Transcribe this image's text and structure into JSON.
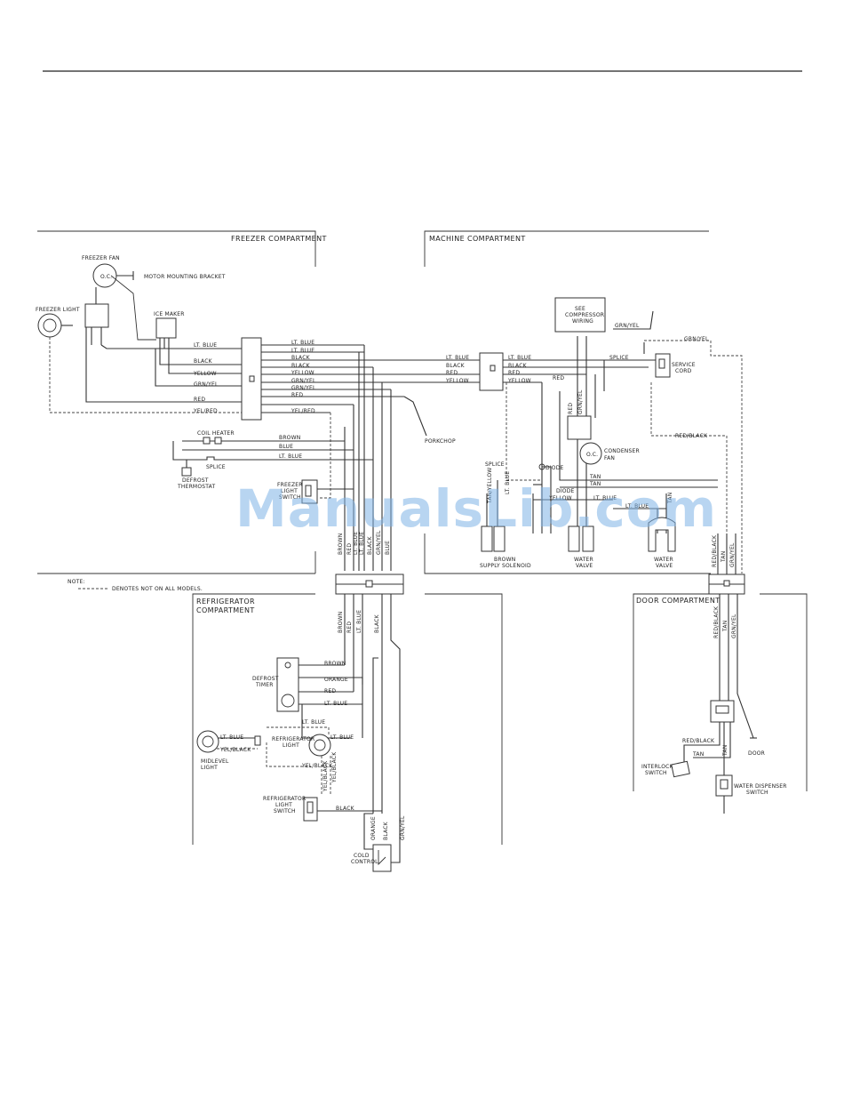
{
  "sections": {
    "freezer": "FREEZER COMPARTMENT",
    "machine": "MACHINE COMPARTMENT",
    "refrigerator": [
      "REFRIGERATOR",
      "COMPARTMENT"
    ],
    "door": "DOOR COMPARTMENT"
  },
  "components": {
    "freezer_fan": "FREEZER FAN",
    "motor_bracket": "MOTOR MOUNTING BRACKET",
    "freezer_light": "FREEZER LIGHT",
    "ice_maker": "ICE MAKER",
    "coil_heater": "COIL HEATER",
    "splice": "SPLICE",
    "defrost_thermostat": [
      "DEFROST",
      "THERMOSTAT"
    ],
    "freezer_light_switch": [
      "FREEZER",
      "LIGHT",
      "SWITCH"
    ],
    "porkchop": "PORKCHOP",
    "compressor_wiring": [
      "SEE",
      "COMPRESSOR",
      "WIRING"
    ],
    "splice_machine": "SPLICE",
    "service_cord": [
      "SERVICE",
      "CORD"
    ],
    "condenser_fan": [
      "CONDENSER",
      "FAN"
    ],
    "splice_left": "SPLICE",
    "diode_1": "DIODE",
    "diode_2": "DIODE",
    "supply_solenoid": [
      "BROWN",
      "SUPPLY SOLENOID"
    ],
    "water_valve_1": [
      "WATER",
      "VALVE"
    ],
    "water_valve_2": [
      "WATER",
      "VALVE"
    ],
    "defrost_timer": [
      "DEFROST",
      "TIMER"
    ],
    "refrigerator_light": [
      "REFRIGERATOR",
      "LIGHT"
    ],
    "midlevel_light": [
      "MIDLEVEL",
      "LIGHT"
    ],
    "refrigerator_light_switch": [
      "REFRIGERATOR",
      "LIGHT",
      "SWITCH"
    ],
    "cold_control": [
      "COLD",
      "CONTROL"
    ],
    "interlock_switch": [
      "INTERLOCK",
      "SWITCH"
    ],
    "water_dispenser_switch": [
      "WATER DISPENSER",
      "SWITCH"
    ],
    "door": "DOOR"
  },
  "note": {
    "label": "NOTE:",
    "text": "DENOTES NOT ON ALL MODELS."
  },
  "wires": {
    "freezer_connector_left": [
      "LT. BLUE",
      "BLACK",
      "YELLOW",
      "GRN/YEL",
      "RED",
      "YEL/RED"
    ],
    "freezer_connector_right": [
      "LT. BLUE",
      "LT. BLUE",
      "BLACK",
      "BLACK",
      "YELLOW",
      "GRN/YEL",
      "GRN/YEL",
      "RED",
      "YEL/RED"
    ],
    "heater_run": [
      "BROWN",
      "BLUE",
      "LT. BLUE"
    ],
    "machine_connector_left": [
      "LT. BLUE",
      "BLACK",
      "RED",
      "YELLOW"
    ],
    "machine_connector_right": [
      "LT. BLUE",
      "BLACK",
      "RED",
      "YELLOW"
    ],
    "compressor": "GRN/YEL",
    "service": "GRN/YEL",
    "red_black": "RED/BLACK",
    "red_machine": "RED",
    "red_valve": "RED",
    "grn_yel_valve": "GRN/YEL",
    "tan_yellow": "TAN/YELLOW",
    "lt_blue_vert": "LT. BLUE",
    "tan_a": "TAN",
    "tan_b": "TAN",
    "yellow_bottom": "YELLOW",
    "lt_blue_bottom": "LT. BLUE",
    "lt_blue_bottom2": "LT. BLUE",
    "tan_vert": "TAN",
    "vertical_upper": [
      "BROWN",
      "RED",
      "LT. BLUE",
      "LT. BLUE",
      "BLACK",
      "GRN/YEL",
      "BLUE"
    ],
    "vertical_lower": [
      "BROWN",
      "RED",
      "LT. BLUE",
      "BLACK"
    ],
    "door_vertical": [
      "RED/BLACK",
      "TAN",
      "GRN/YEL"
    ],
    "door_lower": [
      "RED/BLACK",
      "TAN",
      "GRN/YEL"
    ],
    "timer": [
      "BROWN",
      "ORANGE",
      "RED",
      "LT. BLUE"
    ],
    "fridge_light": [
      "LT. BLUE",
      "LT. BLUE",
      "YEL/BLACK",
      "LT. BLUE"
    ],
    "midlevel": [
      "LT. BLUE",
      "YEL/BLACK"
    ],
    "yel_black_vert": [
      "YEL/BLACK",
      "YEL/BLACK"
    ],
    "switch_black": "BLACK",
    "cold_control": [
      "ORANGE",
      "BLACK",
      "GRN/YEL"
    ],
    "interlock": [
      "RED/BLACK",
      "TAN"
    ],
    "dispenser_tan": "TAN"
  },
  "watermark": "ManualsLib.com"
}
